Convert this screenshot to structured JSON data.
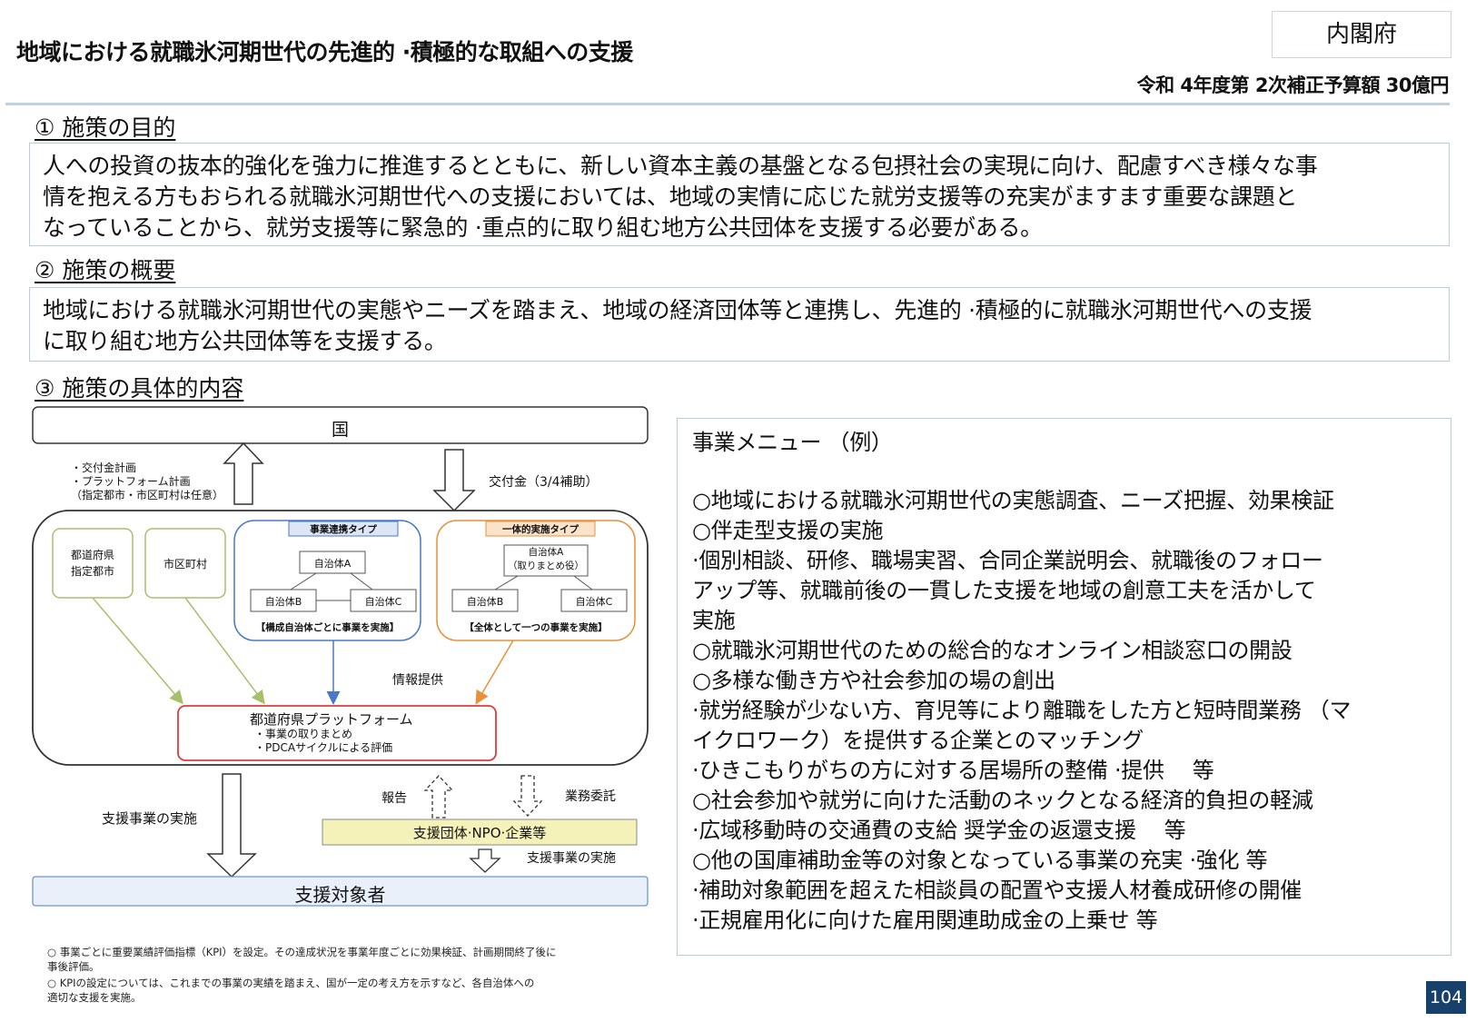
{
  "header": {
    "title": "地域における就職氷河期世代の先進的 ·積極的な取組への支援",
    "agency": "内閣府",
    "budget": "令和 4年度第 2次補正予算額 30億円"
  },
  "sections": {
    "s1": {
      "heading": "①  施策の目的",
      "lines": [
        "人への投資の抜本的強化を強力に推進するとともに、新しい資本主義の基盤となる包摂社会の実現に向け、配慮すべき様々な事",
        "情を抱える方もおられる就職氷河期世代への支援においては、地域の実情に応じた就労支援等の充実がますます重要な課題と",
        "なっていることから、就労支援等に緊急的 ·重点的に取り組む地方公共団体を支援する必要がある。"
      ]
    },
    "s2": {
      "heading": "②  施策の概要",
      "lines": [
        "地域における就職氷河期世代の実態やニーズを踏まえ、地域の経済団体等と連携し、先進的 ·積極的に就職氷河期世代への支援",
        "に取り組む地方公共団体等を支援する。"
      ]
    },
    "s3": {
      "heading": "③  施策の具体的内容"
    }
  },
  "diagram": {
    "kuni": "国",
    "left_notes": [
      "・交付金計画",
      "・プラットフォーム計画",
      "（指定都市・市区町村は任意）"
    ],
    "grant": "交付金（3/4補助）",
    "pref": [
      "都道府県",
      "指定都市"
    ],
    "municipality": "市区町村",
    "renkei_title": "事業連携タイプ",
    "ittai_title": "一体的実施タイプ",
    "jichitai_a": "自治体A",
    "jichitai_a2": [
      "自治体A",
      "（取りまとめ役）"
    ],
    "jichitai_b": "自治体B",
    "jichitai_c": "自治体C",
    "renkei_note": "【構成自治体ごとに事業を実施】",
    "ittai_note": "【全体として一つの事業を実施】",
    "info": "情報提供",
    "platform_title": "都道府県プラットフォーム",
    "platform_items": [
      "・事業の取りまとめ",
      "・PDCAサイクルによる評価"
    ],
    "report": "報告",
    "outsource": "業務委託",
    "support_impl": "支援事業の実施",
    "orgs": "支援団体·NPO·企業等",
    "support_impl2": "支援事業の実施",
    "target": "支援対象者",
    "notes": [
      "○  事業ごとに重要業績評価指標（KPI）を設定。その達成状況を事業年度ごとに効果検証、計画期間終了後に",
      "     事後評価。",
      "○  KPIの設定については、これまでの事業の実績を踏まえ、国が一定の考え方を示すなど、各自治体への",
      "     適切な支援を実施。"
    ]
  },
  "menu": {
    "title": "事業メニュー （例）",
    "lines": [
      "○地域における就職氷河期世代の実態調査、ニーズ把握、効果検証",
      "○伴走型支援の実施",
      "  ·個別相談、研修、職場実習、合同企業説明会、就職後のフォロー",
      "    アップ等、就職前後の一貫した支援を地域の創意工夫を活かして",
      "    実施",
      "○就職氷河期世代のための総合的なオンライン相談窓口の開設",
      "○多様な働き方や社会参加の場の創出",
      "  ·就労経験が少ない方、育児等により離職をした方と短時間業務 （マ",
      "    イクロワーク）を提供する企業とのマッチング",
      "  ·ひきこもりがちの方に対する居場所の整備 ·提供　 等",
      "○社会参加や就労に向けた活動のネックとなる経済的負担の軽減",
      "  ·広域移動時の交通費の支給  奨学金の返還支援 　等",
      "○他の国庫補助金等の対象となっている事業の充実 ·強化  等",
      "  ·補助対象範囲を超えた相談員の配置や支援人材養成研修の開催",
      "  ·正規雇用化に向けた雇用関連助成金の上乗せ  等"
    ]
  },
  "page_number": "104",
  "colors": {
    "accent": "#17406b",
    "renkei": "#4a78c8",
    "ittai": "#e8913a",
    "platform": "#e03a3a",
    "pref": "#a8bf6a",
    "orgs_fill": "#f4f2b8"
  }
}
